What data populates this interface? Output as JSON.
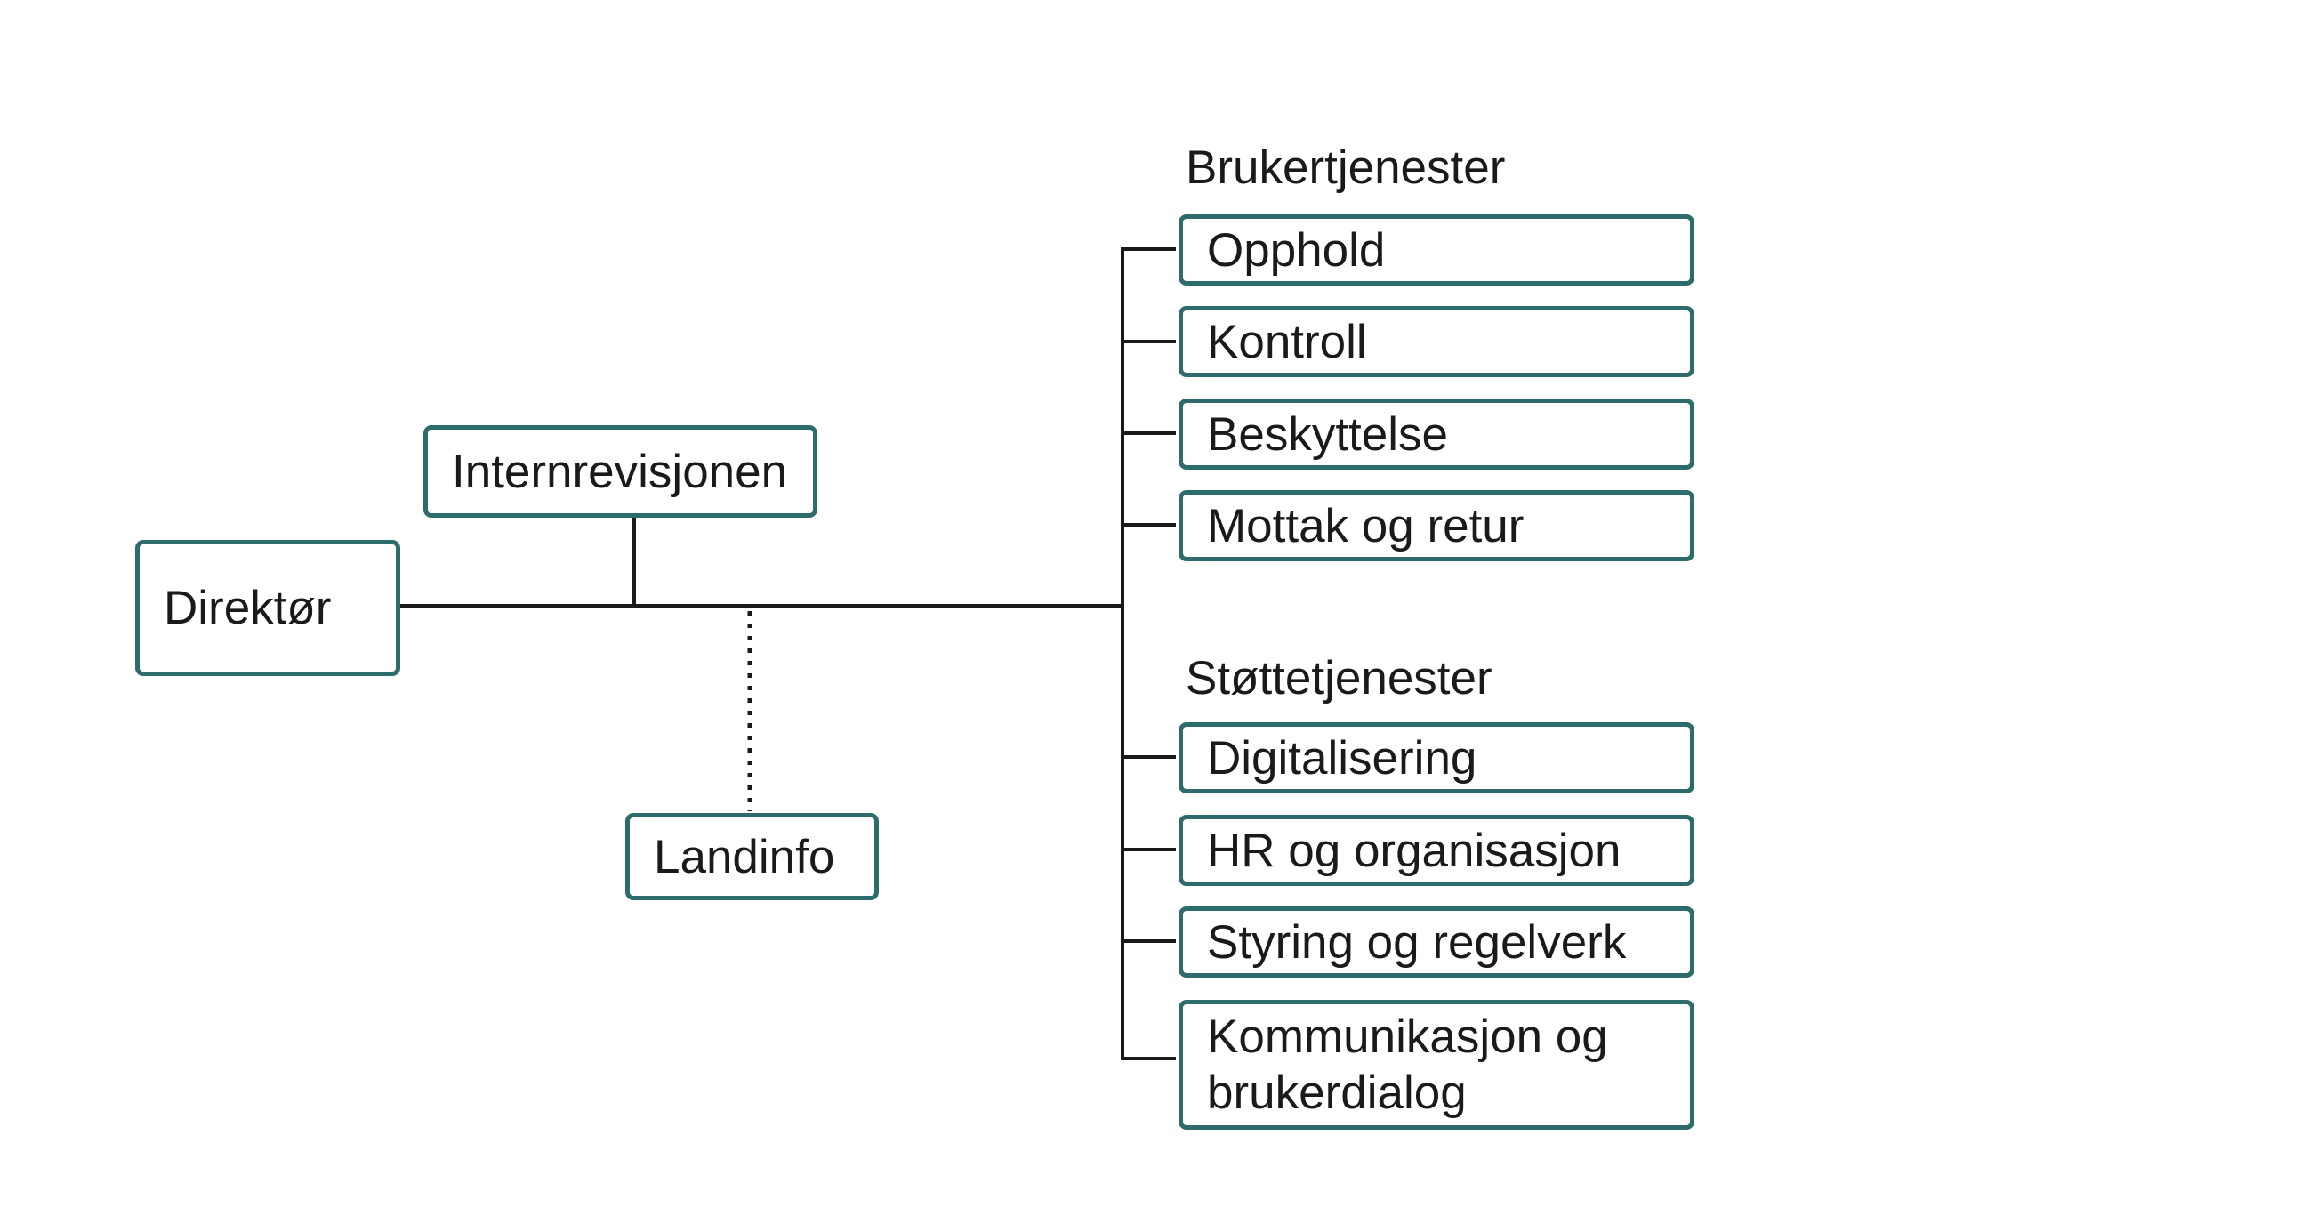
{
  "colors": {
    "box_border": "#2d6b6c",
    "connector": "#1a1a1a",
    "text": "#1a1a1a"
  },
  "org": {
    "director": "Direktør",
    "internal_audit": "Internrevisjonen",
    "landinfo": "Landinfo",
    "user_services": {
      "heading": "Brukertjenester",
      "units": [
        "Opphold",
        "Kontroll",
        "Beskyttelse",
        "Mottak og retur"
      ]
    },
    "support_services": {
      "heading": "Støttetjenester",
      "units": [
        "Digitalisering",
        "HR og organisasjon",
        "Styring og regelverk"
      ],
      "last_unit_line1": "Kommunikasjon og",
      "last_unit_line2": "brukerdialog"
    }
  }
}
